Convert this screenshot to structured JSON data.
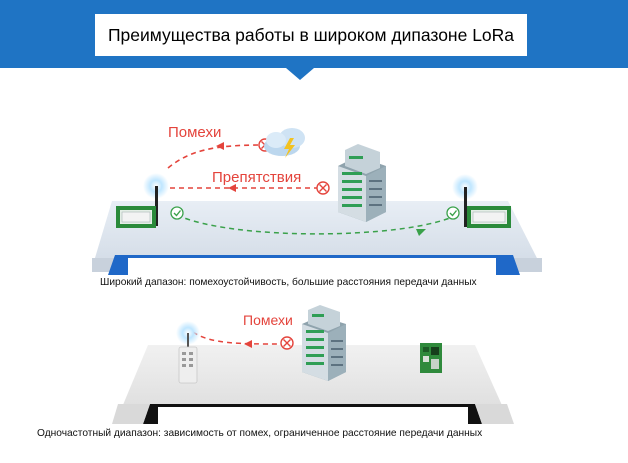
{
  "title": "Преимущества работы в широком дипазоне LoRa",
  "panel_top": {
    "label_interference": "Помехи",
    "label_obstacles": "Препятствия",
    "caption": "Широкий дапазон: помехоустойчивость, большие расстояния передачи данных"
  },
  "panel_bottom": {
    "label_interference": "Помехи",
    "caption": "Одночастотный диапазон: зависимость от помех, ограниченное расстояние передачи данных"
  },
  "colors": {
    "banner": "#1f74c4",
    "interference_red": "#e4443c",
    "ok_green": "#3aa14a"
  },
  "icons": [
    "cloud-lightning-icon",
    "building-icon",
    "blocked-x-icon",
    "check-icon",
    "lora-module-icon",
    "signal-glow-icon"
  ]
}
